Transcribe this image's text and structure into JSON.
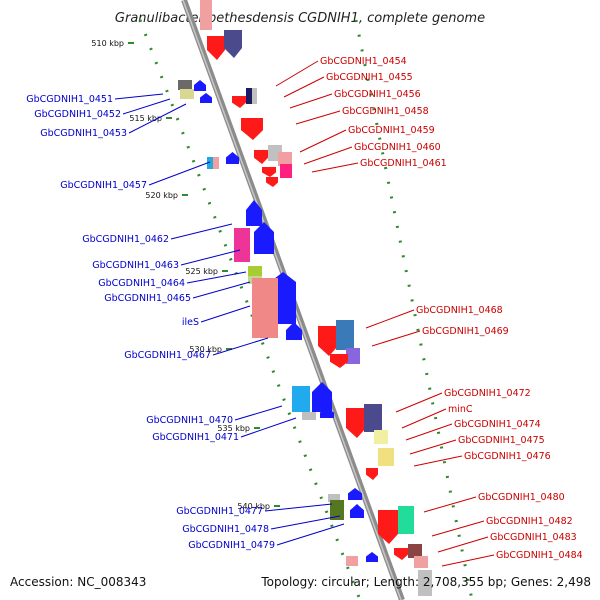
{
  "title": "Granulibacter bethesdensis CGDNIH1, complete genome",
  "footer": {
    "accession": "Accession: NC_008343",
    "summary": "Topology: circular; Length: 2,708,355 bp; Genes: 2,498"
  },
  "colors": {
    "forward_label": "#0000cc",
    "reverse_label": "#cc0000",
    "backbone": "#8c8c8c",
    "tick": "#2e8b2e"
  },
  "ticks": [
    {
      "label": "510 kbp"
    },
    {
      "label": "515 kbp"
    },
    {
      "label": "520 kbp"
    },
    {
      "label": "525 kbp"
    },
    {
      "label": "530 kbp"
    },
    {
      "label": "535 kbp"
    },
    {
      "label": "540 kbp"
    }
  ],
  "left_labels": [
    {
      "text": "GbCGDNIH1_0451"
    },
    {
      "text": "GbCGDNIH1_0452"
    },
    {
      "text": "GbCGDNIH1_0453"
    },
    {
      "text": "GbCGDNIH1_0457"
    },
    {
      "text": "GbCGDNIH1_0462"
    },
    {
      "text": "GbCGDNIH1_0463"
    },
    {
      "text": "GbCGDNIH1_0464"
    },
    {
      "text": "GbCGDNIH1_0465"
    },
    {
      "text": "ileS"
    },
    {
      "text": "GbCGDNIH1_0467"
    },
    {
      "text": "GbCGDNIH1_0470"
    },
    {
      "text": "GbCGDNIH1_0471"
    },
    {
      "text": "GbCGDNIH1_0477"
    },
    {
      "text": "GbCGDNIH1_0478"
    },
    {
      "text": "GbCGDNIH1_0479"
    }
  ],
  "right_labels": [
    {
      "text": "GbCGDNIH1_0454"
    },
    {
      "text": "GbCGDNIH1_0455"
    },
    {
      "text": "GbCGDNIH1_0456"
    },
    {
      "text": "GbCGDNIH1_0458"
    },
    {
      "text": "GbCGDNIH1_0459"
    },
    {
      "text": "GbCGDNIH1_0460"
    },
    {
      "text": "GbCGDNIH1_0461"
    },
    {
      "text": "GbCGDNIH1_0468"
    },
    {
      "text": "GbCGDNIH1_0469"
    },
    {
      "text": "GbCGDNIH1_0472"
    },
    {
      "text": "minC"
    },
    {
      "text": "GbCGDNIH1_0474"
    },
    {
      "text": "GbCGDNIH1_0475"
    },
    {
      "text": "GbCGDNIH1_0476"
    },
    {
      "text": "GbCGDNIH1_0480"
    },
    {
      "text": "GbCGDNIH1_0482"
    },
    {
      "text": "GbCGDNIH1_0483"
    },
    {
      "text": "GbCGDNIH1_0484"
    }
  ]
}
